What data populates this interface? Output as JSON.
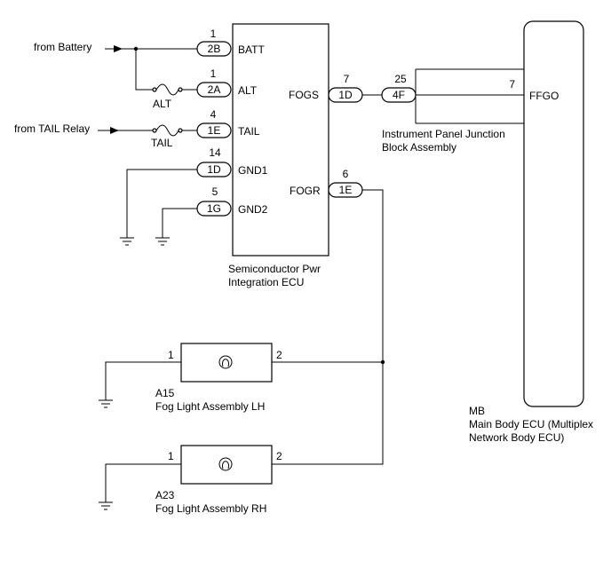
{
  "external": {
    "from_battery": "from Battery",
    "from_tail_relay": "from TAIL Relay"
  },
  "fuses": {
    "alt": "ALT",
    "tail": "TAIL"
  },
  "ecu": {
    "name_line1": "Semiconductor Pwr",
    "name_line2": "Integration ECU",
    "pins": [
      {
        "num": "1",
        "conn": "2B",
        "label": "BATT"
      },
      {
        "num": "1",
        "conn": "2A",
        "label": "ALT"
      },
      {
        "num": "4",
        "conn": "1E",
        "label": "TAIL"
      },
      {
        "num": "14",
        "conn": "1D",
        "label": "GND1"
      },
      {
        "num": "5",
        "conn": "1G",
        "label": "GND2"
      }
    ],
    "out_pins": [
      {
        "num": "7",
        "conn": "1D",
        "label": "FOGS"
      },
      {
        "num": "6",
        "conn": "1E",
        "label": "FOGR"
      }
    ]
  },
  "junction": {
    "num_left": "25",
    "conn": "4F",
    "num_right": "7",
    "name_line1": "Instrument Panel Junction",
    "name_line2": "Block Assembly"
  },
  "body_ecu": {
    "pin_label": "FFGO",
    "code": "MB",
    "name_line1": "Main Body ECU (Multiplex",
    "name_line2": "Network Body ECU)"
  },
  "fog_lh": {
    "pin1": "1",
    "pin2": "2",
    "code": "A15",
    "name": "Fog Light Assembly LH"
  },
  "fog_rh": {
    "pin1": "1",
    "pin2": "2",
    "code": "A23",
    "name": "Fog Light Assembly RH"
  }
}
